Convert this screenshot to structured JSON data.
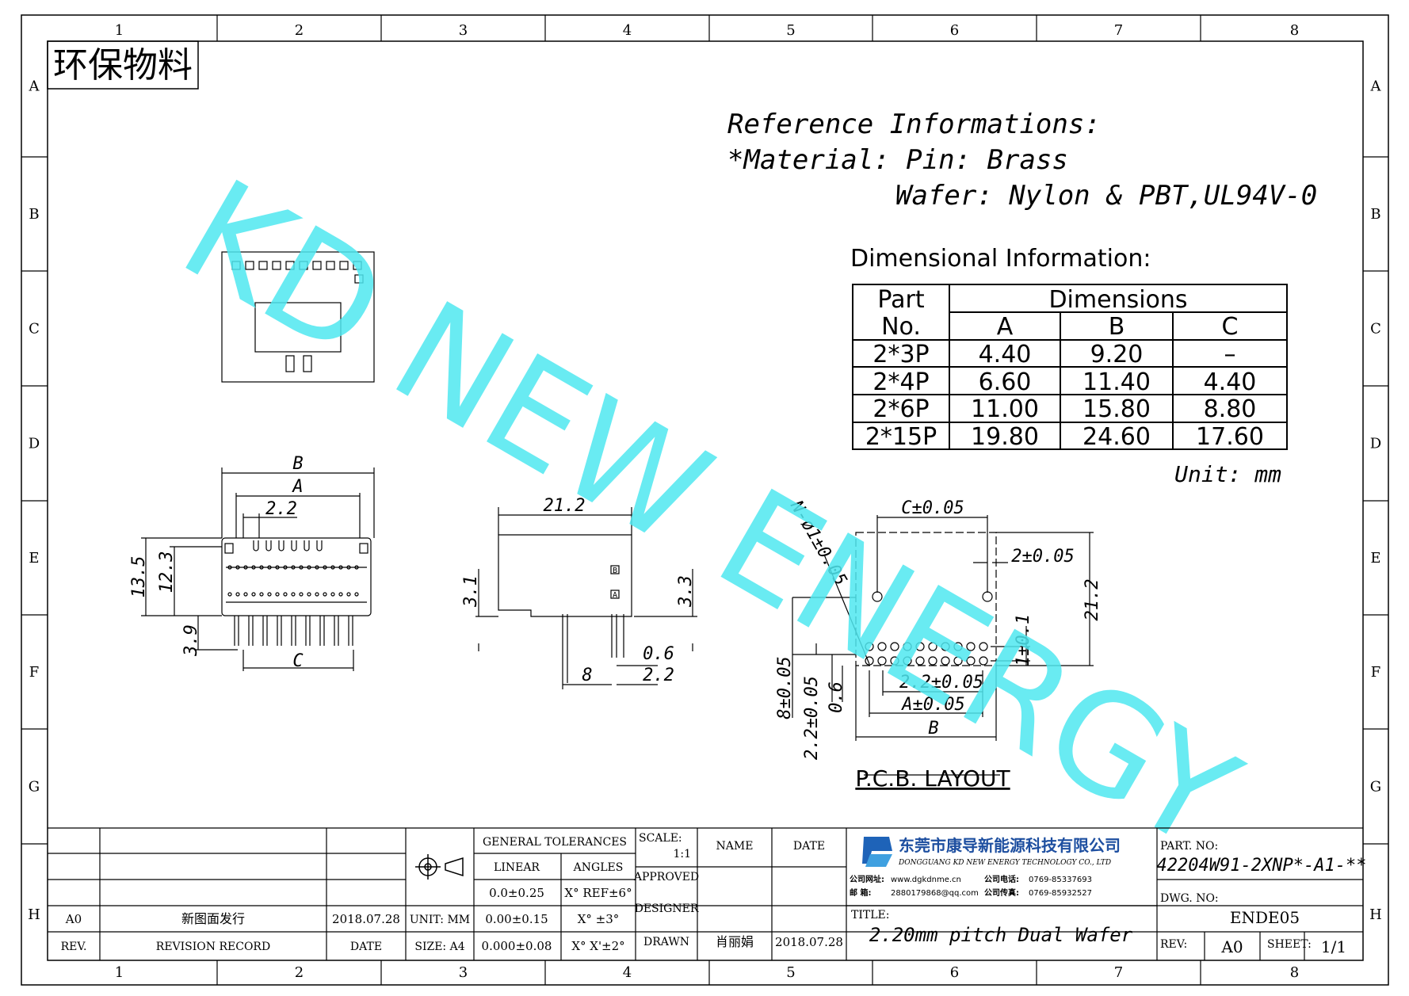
{
  "stamp": "环保物料",
  "grid": {
    "columns": [
      "1",
      "2",
      "3",
      "4",
      "5",
      "6",
      "7",
      "8"
    ],
    "rows": [
      "A",
      "B",
      "C",
      "D",
      "E",
      "F",
      "G",
      "H"
    ]
  },
  "reference": {
    "title": "Reference Informations:",
    "material_line": "*Material: Pin: Brass",
    "wafer_line": "Wafer: Nylon & PBT,UL94V-0"
  },
  "dimensional": {
    "title": "Dimensional Information:",
    "header_part_1": "Part",
    "header_part_2": "No.",
    "header_dims": "Dimensions",
    "col_a": "A",
    "col_b": "B",
    "col_c": "C",
    "rows": [
      {
        "part": "2*3P",
        "a": "4.40",
        "b": "9.20",
        "c": "–"
      },
      {
        "part": "2*4P",
        "a": "6.60",
        "b": "11.40",
        "c": "4.40"
      },
      {
        "part": "2*6P",
        "a": "11.00",
        "b": "15.80",
        "c": "8.80"
      },
      {
        "part": "2*15P",
        "a": "19.80",
        "b": "24.60",
        "c": "17.60"
      }
    ],
    "unit": "Unit: mm"
  },
  "watermark": "KD NEW ENERGY",
  "front_view": {
    "dim_b": "B",
    "dim_a": "A",
    "dim_pitch": "2.2",
    "dim_h1": "13.5",
    "dim_h2": "12.3",
    "dim_tail": "3.9",
    "dim_c": "C"
  },
  "side_view": {
    "dim_len": "21.2",
    "dim_left": "3.1",
    "dim_right": "3.3",
    "dim_pin": "0.6",
    "dim_8": "8",
    "dim_22": "2.2",
    "mark_b": "B",
    "mark_a": "A"
  },
  "pcb": {
    "dim_c": "C±0.05",
    "dim_hole": "N-ø1±0.05",
    "dim_2": "2±0.05",
    "dim_212": "21.2",
    "dim_1": "1±0.1",
    "dim_22": "2.2±0.05",
    "dim_a": "A±0.05",
    "dim_b": "B",
    "dim_8": "8±0.05",
    "dim_22v": "2.2±0.05",
    "dim_06": "0.6",
    "label": "P.C.B. LAYOUT"
  },
  "title_block": {
    "general_tolerances": "GENERAL TOLERANCES",
    "linear": "LINEAR",
    "angles": "ANGLES",
    "lin1": "0.0±0.25",
    "ang1": "X° REF±6°",
    "lin2": "0.00±0.15",
    "ang2": "X° ±3°",
    "lin3": "0.000±0.08",
    "ang3": "X° X'±2°",
    "unit": "UNIT: MM",
    "size": "SIZE: A4",
    "scale_label": "SCALE:",
    "scale_value": "1:1",
    "name_header": "NAME",
    "date_header": "DATE",
    "approved": "APPROVED",
    "designer": "DESIGNER",
    "drawn": "DRAWN",
    "drawn_name": "肖丽娟",
    "drawn_date": "2018.07.28",
    "rev_code": "A0",
    "rev_desc": "新图面发行",
    "rev_date": "2018.07.28",
    "rev_h": "REV.",
    "revision_record": "REVISION RECORD",
    "date_h": "DATE",
    "company_cn": "东莞市康导新能源科技有限公司",
    "company_en": "DONGGUANG KD NEW ENERGY TECHNOLOGY CO., LTD",
    "website_label": "公司网址:",
    "website": "www.dgkdnme.cn",
    "tel_label": "公司电话:",
    "tel": "0769-85337693",
    "mail_label": "邮 箱:",
    "mail": "2880179868@qq.com",
    "fax_label": "公司传真:",
    "fax": "0769-85932527",
    "title_label": "TITLE:",
    "title_value": "2.20mm pitch Dual Wafer",
    "part_no_label": "PART. NO:",
    "part_no": "42204W91-2XNP*-A1-**",
    "dwg_no_label": "DWG. NO:",
    "dwg_no": "ENDE05",
    "rev_label": "REV:",
    "rev_value": "A0",
    "sheet_label": "SHEET:",
    "sheet_value": "1/1"
  }
}
